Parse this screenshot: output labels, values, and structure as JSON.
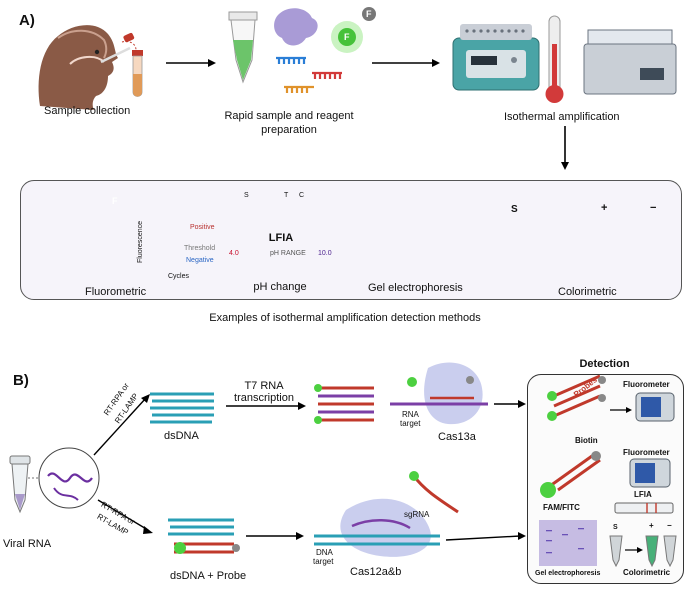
{
  "panelA": {
    "letter": "A)",
    "steps": {
      "sample_collection": "Sample collection",
      "rapid_prep_line1": "Rapid sample and reagent",
      "rapid_prep_line2": "preparation",
      "isothermal": "Isothermal amplification"
    },
    "fluor_badge": "F",
    "methods": {
      "fluorometric": "Fluorometric",
      "lfia": "LFIA",
      "ph_change": "pH change",
      "gel": "Gel electrophoresis",
      "colorimetric": "Colorimetric"
    },
    "fluoro_chart": {
      "ylabel": "Fluorescence",
      "xlabel": "Cycles",
      "positive": "Positive",
      "threshold": "Threshold",
      "negative": "Negative"
    },
    "lfia_marks": {
      "s": "S",
      "t": "T",
      "c": "C"
    },
    "ph_scale": {
      "low": "4.0",
      "mid": "pH RANGE",
      "high": "10.0"
    },
    "tube_labels": {
      "sample": "S",
      "plus": "+",
      "minus": "−"
    },
    "caption": "Examples of isothermal amplification detection methods"
  },
  "panelB": {
    "letter": "B)",
    "viral_rna": "Viral RNA",
    "upper_method_1": "RT-RPA or",
    "upper_method_2": "RT-LAMP",
    "lower_method_1": "RT-RPA or",
    "lower_method_2": "RT-LAMP",
    "dsdna": "dsDNA",
    "t7_1": "T7 RNA",
    "t7_2": "transcription",
    "rna_target_1": "RNA",
    "rna_target_2": "target",
    "cas13a": "Cas13a",
    "dsdna_probe": "dsDNA + Probe",
    "dna_target_1": "DNA",
    "dna_target_2": "target",
    "sgrna": "sgRNA",
    "cas12": "Cas12a&b",
    "detection": {
      "title": "Detection",
      "probes": "Probes",
      "fluorometer_1": "Fluorometer",
      "biotin": "Biotin",
      "fluorometer_2": "Fluorometer",
      "lfia": "LFIA",
      "fam": "FAM/FITC",
      "gel": "Gel electrophoresis",
      "colorimetric": "Colorimetric",
      "s": "S",
      "plus": "+",
      "minus": "−"
    }
  },
  "colors": {
    "green_glow": "#7be36a",
    "teal": "#2a9fb5",
    "purple": "#7b3fa6",
    "red": "#c0392b",
    "gel_purple": "#b9addc",
    "box_bg": "#f6f4fa"
  }
}
